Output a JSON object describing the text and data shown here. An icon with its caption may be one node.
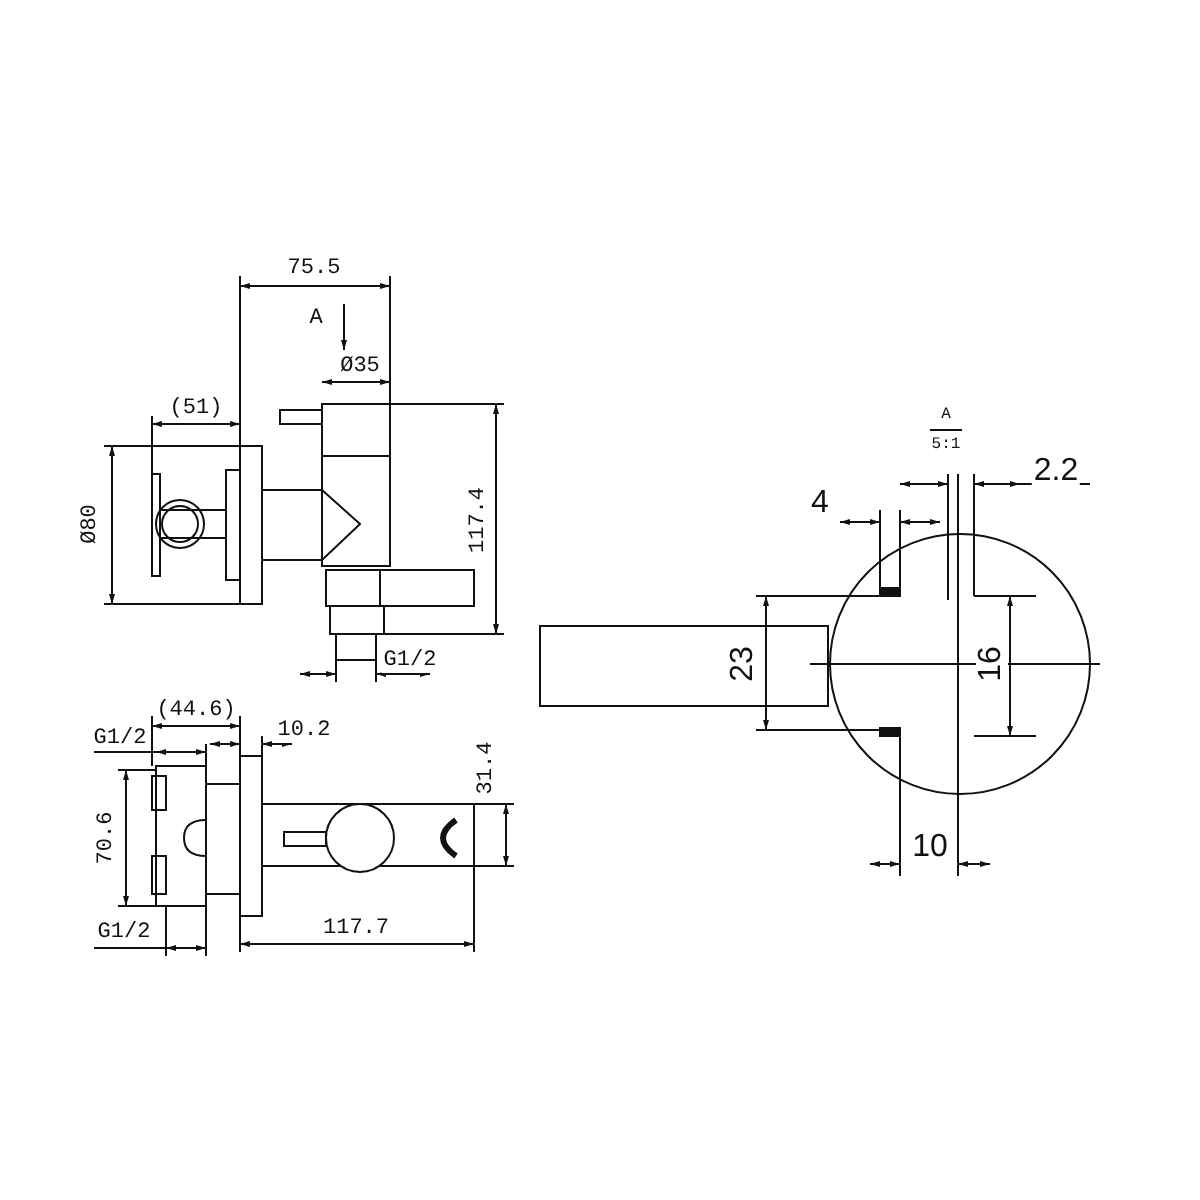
{
  "diagram": {
    "labels": [
      "75.5",
      "A",
      "Ø35",
      "(51)",
      "Ø80",
      "117.4",
      "G1/2",
      "A",
      "5:1",
      "2.2",
      "4",
      "23",
      "16",
      "(44.6)",
      "10.2",
      "G1/2",
      "31.4",
      "70.6",
      "G1/2",
      "117.7",
      "10"
    ]
  }
}
